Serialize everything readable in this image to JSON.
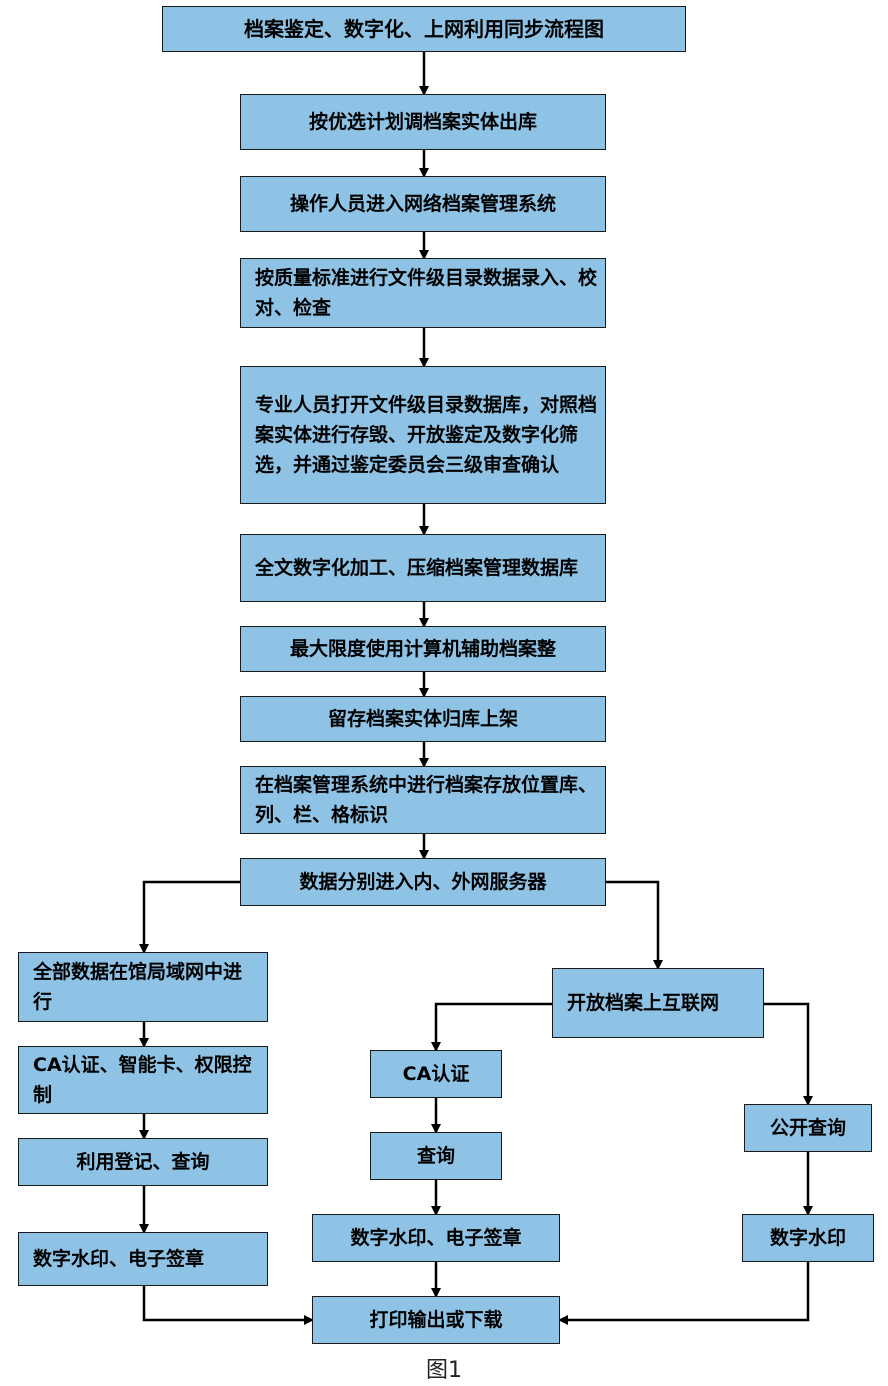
{
  "title": "档案鉴定、数字化、上网利用同步流程图",
  "main_steps": [
    "按优选计划调档案实体出库",
    "操作人员进入网络档案管理系统",
    "按质量标准进行文件级目录数据录入、校对、检查",
    "专业人员打开文件级目录数据库，对照档案实体进行存毁、开放鉴定及数字化筛选，并通过鉴定委员会三级审查确认",
    "全文数字化加工、压缩档案管理数据库",
    "最大限度使用计算机辅助档案整",
    "留存档案实体归库上架",
    "在档案管理系统中进行档案存放位置库、列、栏、格标识",
    "数据分别进入内、外网服务器"
  ],
  "left_branch": [
    "全部数据在馆局域网中进行",
    "CA认证、智能卡、权限控制",
    "利用登记、查询",
    "数字水印、电子签章"
  ],
  "right_branch": {
    "head": "开放档案上互联网",
    "middle": [
      "CA认证",
      "查询",
      "数字水印、电子签章"
    ],
    "far_right": [
      "公开查询",
      "数字水印"
    ]
  },
  "final": "打印输出或下载",
  "caption": "图1"
}
